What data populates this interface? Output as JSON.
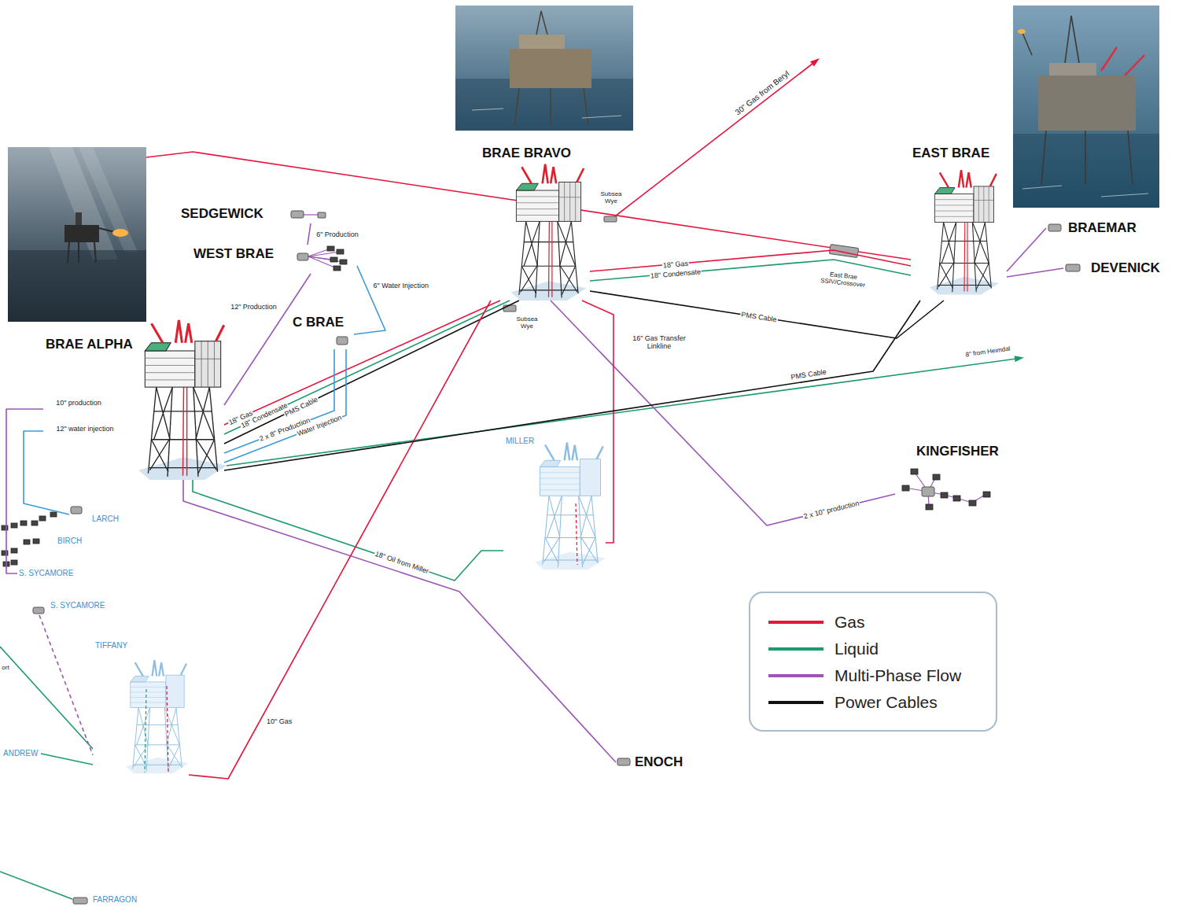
{
  "diagram": {
    "nodes": [
      {
        "text": [
          "BRAE BRAVO"
        ]
      },
      {
        "text": [
          "EAST BRAE"
        ]
      },
      {
        "text": [
          "SEDGEWICK"
        ]
      },
      {
        "text": [
          "BRAEMAR"
        ]
      },
      {
        "text": [
          "WEST BRAE"
        ]
      },
      {
        "text": [
          "DEVENICK"
        ]
      },
      {
        "text": [
          "C BRAE"
        ]
      },
      {
        "text": [
          "BRAE ALPHA"
        ]
      },
      {
        "text": [
          "MILLER"
        ]
      },
      {
        "text": [
          "KINGFISHER"
        ]
      },
      {
        "text": [
          "LARCH"
        ]
      },
      {
        "text": [
          "BIRCH"
        ]
      },
      {
        "text": [
          "S. SYCAMORE"
        ]
      },
      {
        "text": [
          "S. SYCAMORE"
        ]
      },
      {
        "text": [
          "TIFFANY"
        ]
      },
      {
        "text": [
          "ANDREW"
        ]
      },
      {
        "text": [
          "ENOCH"
        ]
      },
      {
        "text": [
          "FARRAGON"
        ]
      }
    ],
    "edges": [
      {
        "from": 7,
        "to": 0,
        "label": "18\" Gas",
        "arrow": "none"
      },
      {
        "from": 7,
        "to": 0,
        "label": "18\" Condensate",
        "arrow": "none"
      },
      {
        "from": 7,
        "to": 0,
        "label": "PMS Cable",
        "arrow": "none"
      },
      {
        "from": 7,
        "to": 6,
        "label": "2 x 8\" Production",
        "arrow": "none"
      },
      {
        "from": 7,
        "to": 6,
        "label": "Water Injection",
        "arrow": "none"
      },
      {
        "from": 7,
        "to": 4,
        "label": "12\" Production",
        "arrow": "none"
      },
      {
        "from": 4,
        "to": 2,
        "label": "6\" Production",
        "arrow": "none"
      },
      {
        "from": 4,
        "to": 6,
        "label": "6\" Water Injection",
        "arrow": "none"
      },
      {
        "from": 10,
        "to": 7,
        "label": "12\" water injection",
        "arrow": "none"
      },
      {
        "from": 12,
        "to": 7,
        "label": "10\" production",
        "arrow": "none"
      },
      {
        "from": 16,
        "to": 7,
        "arrow": "none"
      },
      {
        "from": 8,
        "to": 7,
        "label": "18\" Oil from Miller",
        "arrow": "none"
      },
      {
        "from": 9,
        "to": 0,
        "label": "2 x 10\" production",
        "arrow": "none"
      },
      {
        "from": 0,
        "to": 8,
        "label": "16\" Gas Transfer Linkline",
        "arrow": "none"
      },
      {
        "from": 14,
        "to": 0,
        "label": "10\" Gas",
        "arrow": "none"
      },
      {
        "from": 13,
        "to": 14,
        "arrow": "none"
      },
      {
        "from": 15,
        "to": 14,
        "arrow": "none"
      },
      {
        "from": 3,
        "to": 1,
        "arrow": "none"
      },
      {
        "from": 5,
        "to": 1,
        "arrow": "none"
      },
      {
        "from": 0,
        "to": 1,
        "label": "18\" Gas",
        "arrow": "none"
      },
      {
        "from": 0,
        "to": 1,
        "label": "18\" Condensate",
        "arrow": "none"
      },
      {
        "from": 0,
        "to": 1,
        "label": "PMS Cable",
        "arrow": "none"
      },
      {
        "from": 7,
        "to": 1,
        "label": "PMS Cable",
        "arrow": "none"
      }
    ],
    "labels": [
      "30\" Gas from Beryl",
      "Subsea Wye",
      "Subsea Wye",
      "East Brae SSIV/Crossover",
      "8\" from Heimdal",
      "ort"
    ],
    "legend": [
      {
        "text": "Gas",
        "color": "#e3173e"
      },
      {
        "text": "Liquid",
        "color": "#1d9b6c"
      },
      {
        "text": "Multi-Phase Flow",
        "color": "#9b55b5"
      },
      {
        "text": "Power Cables",
        "color": "#111111"
      }
    ]
  }
}
